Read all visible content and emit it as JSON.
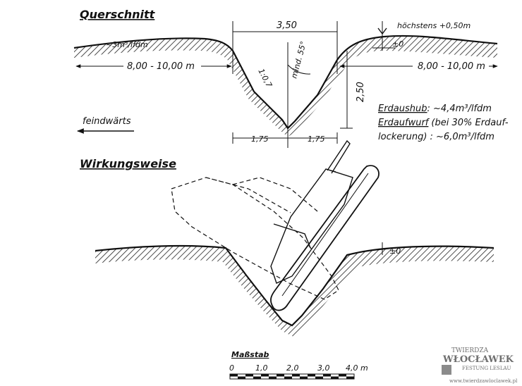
{
  "cross_section": {
    "heading": "Querschnitt",
    "top_width": "3,50",
    "max_height": "höchstens +0,50m",
    "ground_zero": "±0",
    "spoil_volume": "~3m³/lfdm",
    "left_spoil_width": "8,00 - 10,00 m",
    "right_spoil_width": "8,00 - 10,00 m",
    "slope": "1:0,7",
    "angle": "mind. 55°",
    "depth": "2,50",
    "half_width_left": "1,75",
    "half_width_right": "1,75",
    "excavation_label": "Erdaushub",
    "excavation_value": ": ~4,4m³/lfdm",
    "fill_label": "Erdaufwurf",
    "fill_value_line1": "(bei 30% Erdauf-",
    "fill_value_line2": "lockerung) : ~6,0m³/lfdm",
    "direction_label": "feindwärts"
  },
  "operation": {
    "heading": "Wirkungsweise",
    "ground_zero": "±0"
  },
  "scale": {
    "title": "Maßstab",
    "ticks": [
      "0",
      "1,0",
      "2,0",
      "3,0",
      "4,0 m"
    ]
  },
  "watermark": {
    "line1": "TWIERDZA",
    "line2": "WŁOCŁAWEK",
    "line3": "FESTUNG LESLAU",
    "url": "www.twierdzawloclawek.pl"
  }
}
